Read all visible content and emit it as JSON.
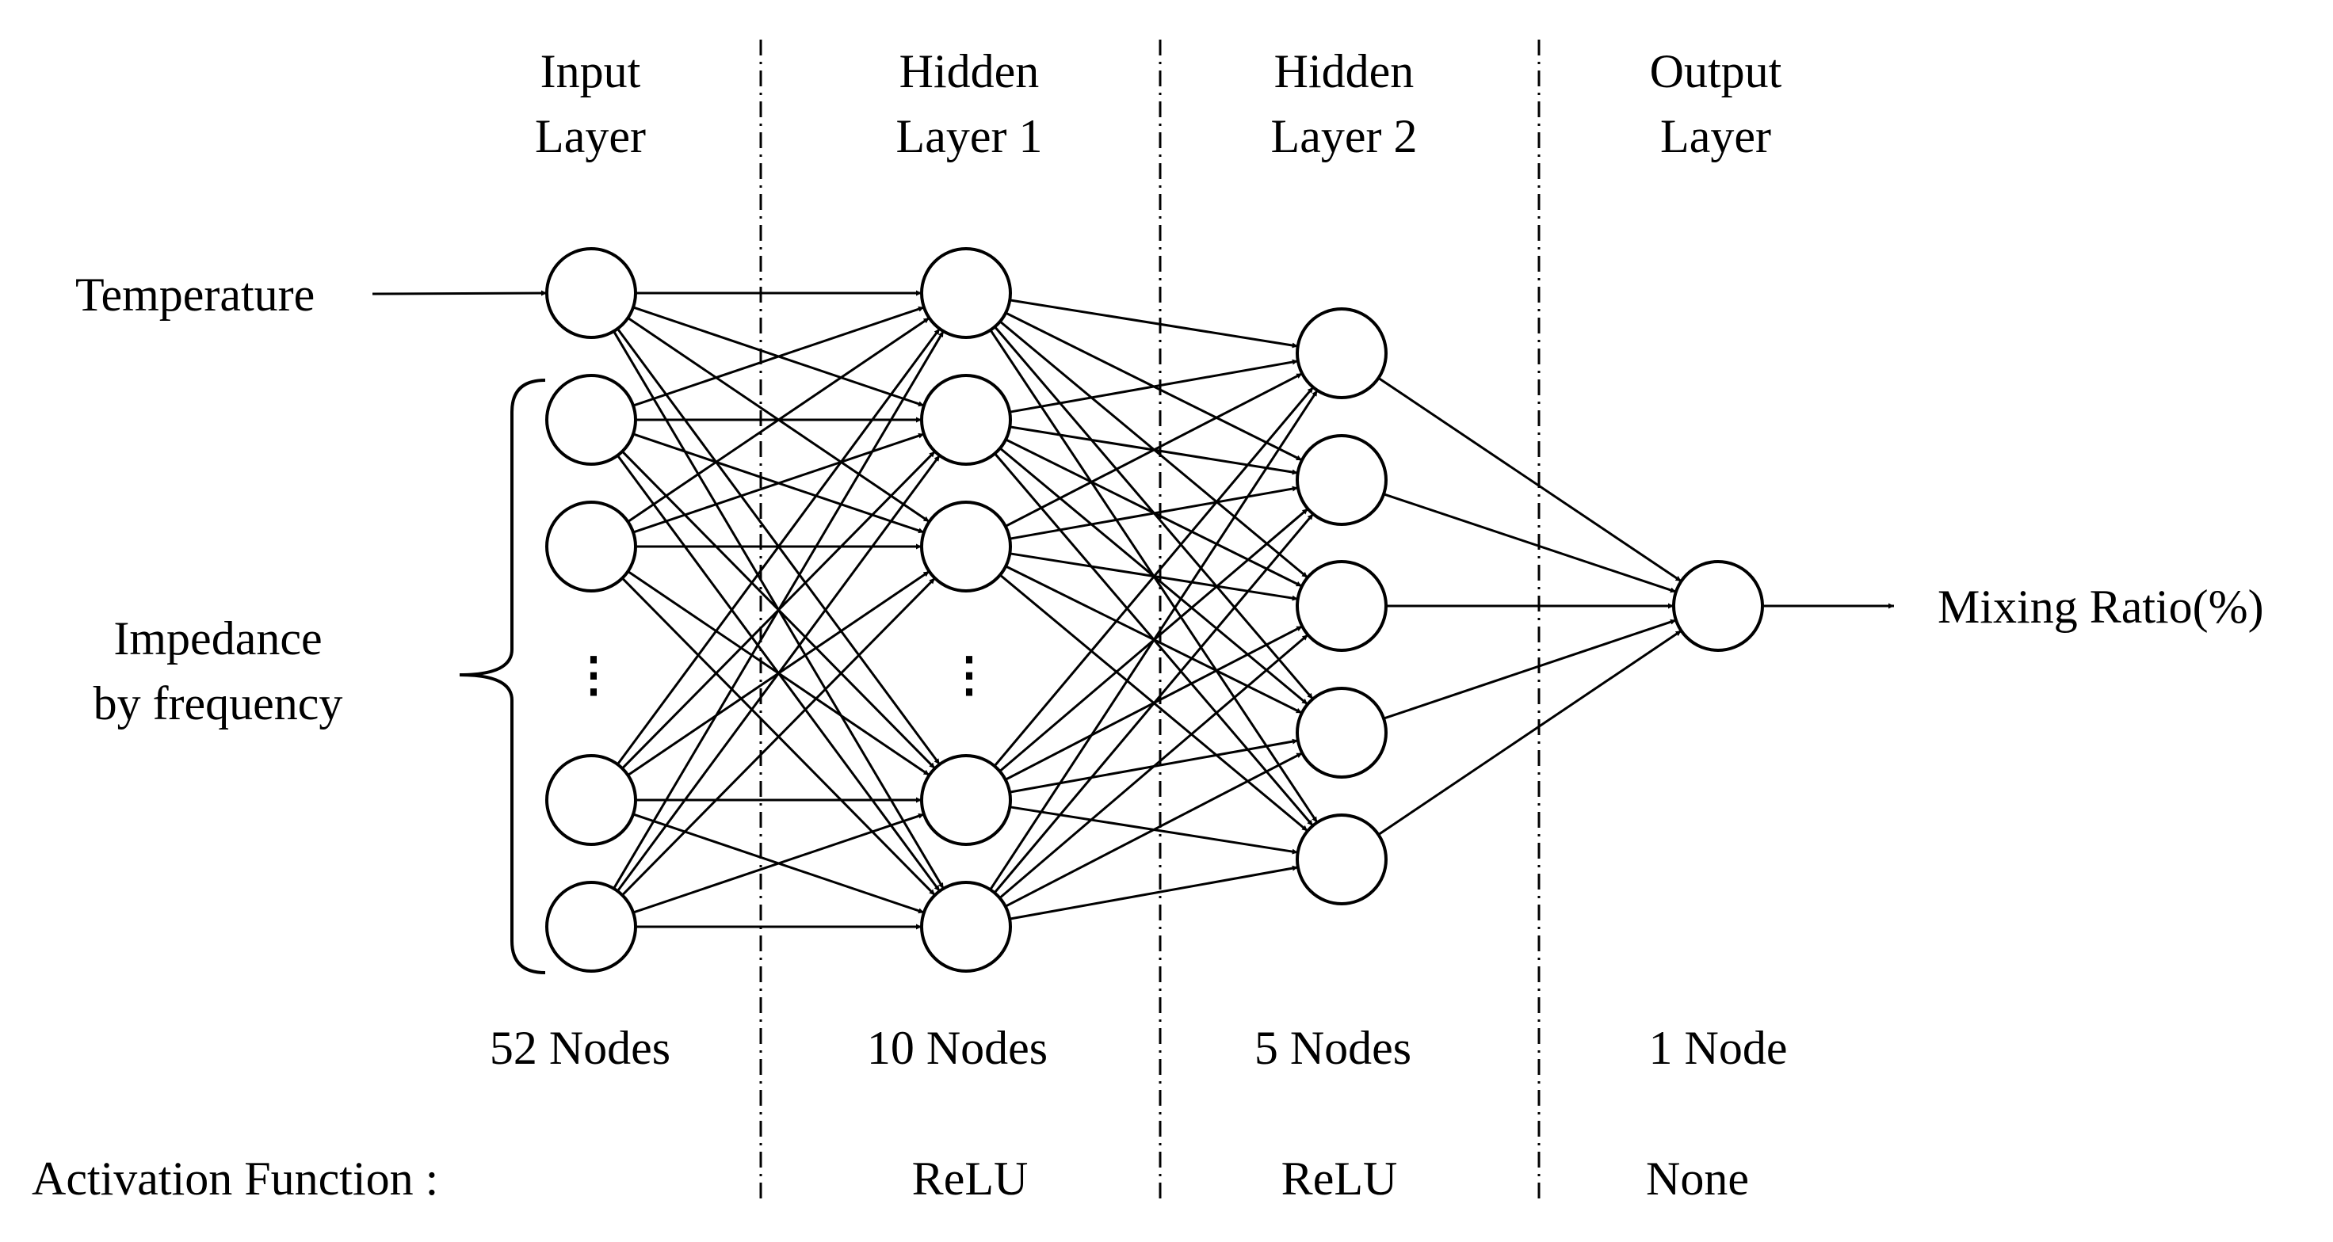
{
  "layers": [
    {
      "title_line1": "Input",
      "title_line2": "Layer",
      "node_count_label": "52 Nodes",
      "activation": ""
    },
    {
      "title_line1": "Hidden",
      "title_line2": "Layer 1",
      "node_count_label": "10 Nodes",
      "activation": "ReLU"
    },
    {
      "title_line1": "Hidden",
      "title_line2": "Layer 2",
      "node_count_label": "5 Nodes",
      "activation": "ReLU"
    },
    {
      "title_line1": "Output",
      "title_line2": "Layer",
      "node_count_label": "1 Node",
      "activation": "None"
    }
  ],
  "inputs": {
    "temperature": "Temperature",
    "impedance_line1": "Impedance",
    "impedance_line2": "by frequency"
  },
  "output_label": "Mixing Ratio(%)",
  "activation_heading": "Activation Function :",
  "ellipsis": "⋮"
}
